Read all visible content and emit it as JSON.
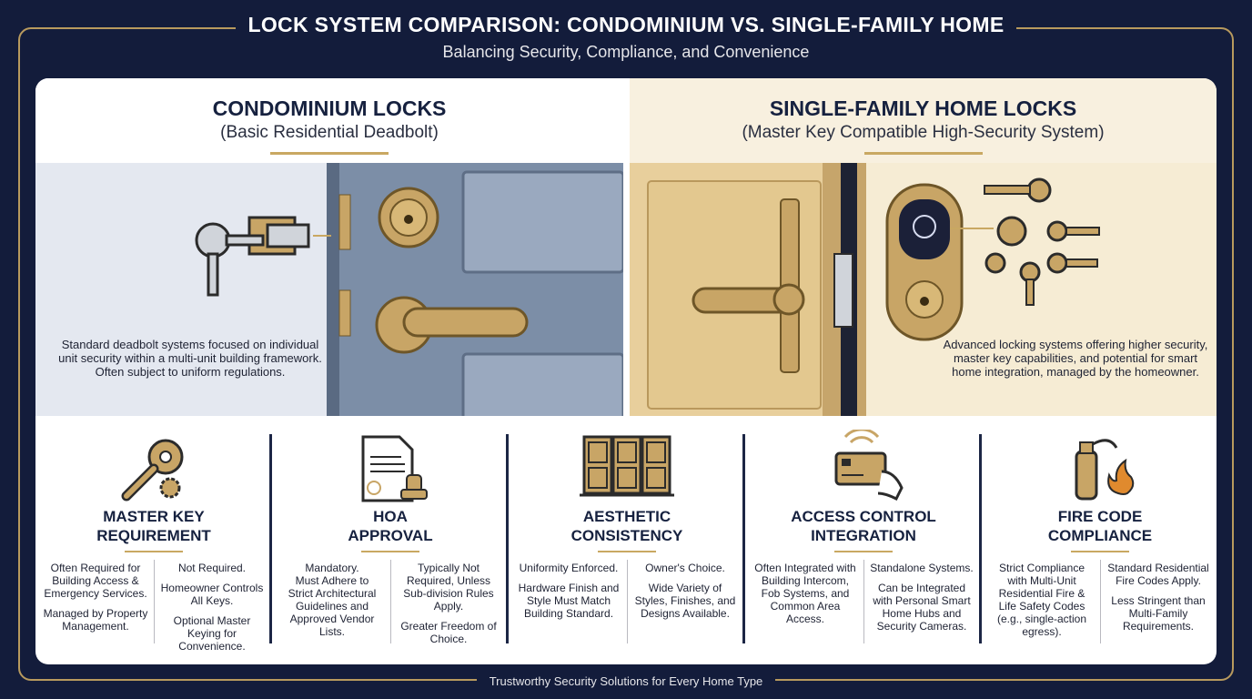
{
  "header": {
    "title": "LOCK SYSTEM COMPARISON: CONDOMINIUM VS. SINGLE-FAMILY HOME",
    "subtitle": "Balancing Security, Compliance, and Convenience"
  },
  "left": {
    "title": "CONDOMINIUM LOCKS",
    "subtitle": "(Basic Residential Deadbolt)",
    "description": [
      "Standard deadbolt systems focused on individual",
      "unit security within a multi-unit building framework.",
      "Often subject to uniform regulations."
    ]
  },
  "right": {
    "title": "SINGLE-FAMILY HOME LOCKS",
    "subtitle": "(Master Key Compatible High-Security System)",
    "description": [
      "Advanced locking systems offering higher security,",
      "master key capabilities, and potential for smart",
      "home integration, managed by the homeowner."
    ]
  },
  "categories": [
    {
      "icon": "key-gear-icon",
      "title": [
        "MASTER KEY",
        "REQUIREMENT"
      ],
      "condo": [
        [
          "Often Required for",
          "Building Access &",
          "Emergency Services."
        ],
        [
          "Managed by Property",
          "Management."
        ]
      ],
      "home": [
        [
          "Not Required."
        ],
        [
          "Homeowner Controls",
          "All Keys."
        ],
        [
          "Optional Master",
          "Keying for",
          "Convenience."
        ]
      ]
    },
    {
      "icon": "document-stamp-icon",
      "title": [
        "HOA",
        "APPROVAL"
      ],
      "condo": [
        [
          "Mandatory."
        ],
        [
          "Must Adhere to",
          "Strict Architectural",
          "Guidelines and",
          "Approved Vendor",
          "Lists."
        ]
      ],
      "home": [
        [
          "Typically Not",
          "Required, Unless",
          "Sub-division Rules",
          "Apply."
        ],
        [
          "Greater Freedom of",
          "Choice."
        ]
      ]
    },
    {
      "icon": "doors-icon",
      "title": [
        "AESTHETIC",
        "CONSISTENCY"
      ],
      "condo": [
        [
          "Uniformity Enforced."
        ],
        [
          "Hardware Finish and",
          "Style Must Match",
          "Building Standard."
        ]
      ],
      "home": [
        [
          "Owner's Choice."
        ],
        [
          "Wide Variety of",
          "Styles, Finishes, and",
          "Designs Available."
        ]
      ]
    },
    {
      "icon": "access-card-icon",
      "title": [
        "ACCESS CONTROL",
        "INTEGRATION"
      ],
      "condo": [
        [
          "Often Integrated with",
          "Building Intercom,",
          "Fob Systems, and",
          "Common Area",
          "Access."
        ]
      ],
      "home": [
        [
          "Standalone Systems."
        ],
        [
          "Can be Integrated",
          "with Personal Smart",
          "Home Hubs and",
          "Security Cameras."
        ]
      ]
    },
    {
      "icon": "fire-extinguisher-icon",
      "title": [
        "FIRE CODE",
        "COMPLIANCE"
      ],
      "condo": [
        [
          "Strict Compliance",
          "with Multi-Unit",
          "Residential Fire &",
          "Life Safety Codes",
          "(e.g., single-action",
          "egress)."
        ]
      ],
      "home": [
        [
          "Standard Residential",
          "Fire Codes Apply."
        ],
        [
          "Less Stringent than",
          "Multi-Family",
          "Requirements."
        ]
      ]
    }
  ],
  "footer": "Trustworthy Security Solutions for Every Home Type",
  "colors": {
    "navy": "#131c3b",
    "gold": "#b89a5e",
    "brass": "#c9a862"
  }
}
